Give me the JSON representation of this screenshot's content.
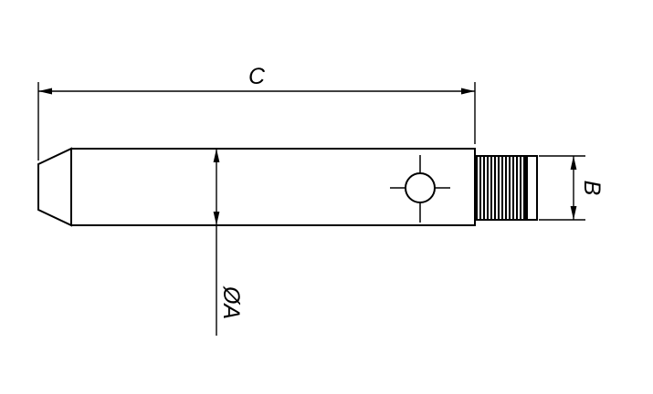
{
  "drawing": {
    "labels": {
      "overall_length": "C",
      "body_diameter": "ØA",
      "thread_size": "B"
    },
    "colors": {
      "line": "#000000",
      "background": "#ffffff",
      "thread_fill": "#000000"
    }
  }
}
